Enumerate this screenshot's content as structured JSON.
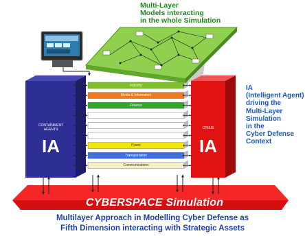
{
  "title_top": "Multi-Layer\nModels interacting\nin the whole Simulation",
  "title_side": "IA\n(Intelligent Agent)\ndriving the\nMulti-Layer\nSimulation\nin the\nCyber Defense\nContext",
  "left_agent": {
    "label": "CONTAINMENT\nAGENTS",
    "big": "IA",
    "color": "#2e2f95"
  },
  "right_agent": {
    "label": "CRISIS",
    "big": "IA",
    "color": "#e01212"
  },
  "layers": [
    {
      "name": "Industry",
      "color": "#7fbf2a"
    },
    {
      "name": "Media & Information",
      "color": "#f07a1a"
    },
    {
      "name": "Finance",
      "color": "#2ea82e"
    },
    {
      "name": "",
      "color": "#ffffff"
    },
    {
      "name": "",
      "color": "#ffffff"
    },
    {
      "name": "",
      "color": "#ffffff"
    },
    {
      "name": "Power",
      "color": "#f5e60a"
    },
    {
      "name": "Transportation",
      "color": "#3d6fe0"
    },
    {
      "name": "Communications",
      "color": "#f5f0c8"
    }
  ],
  "cyberspace_label": "CYBERSPACE Simulation",
  "caption": "Multilayer Approach in Modelling Cyber Defense as\nFifth Dimension interacting with Strategic Assets",
  "colors": {
    "cyber_base": "#f31c1c",
    "green_layer": "#8fd14f",
    "accent_blue": "#1a56c8"
  }
}
